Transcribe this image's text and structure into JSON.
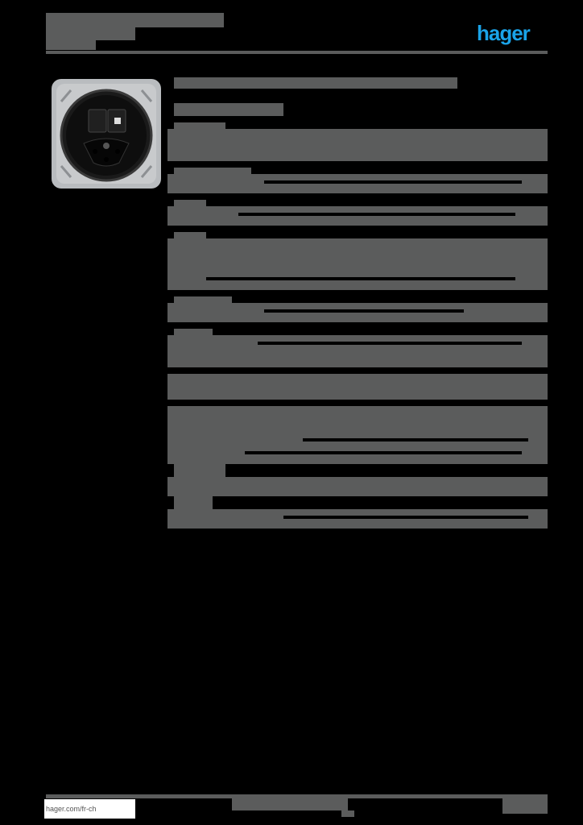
{
  "header": {
    "brand_logo": "hager",
    "brand_color": "#1aa3e8",
    "title": "",
    "subtitle": ""
  },
  "product_image": {
    "alt": "Swiss socket outlet with RJ45 data jack, black insert on grey mounting frame"
  },
  "content": {
    "product_title": "",
    "article_number": "",
    "sections_redacted": true
  },
  "footer": {
    "link": "hager.com/fr-ch",
    "center_text": "",
    "page_info": ""
  },
  "colors": {
    "redaction": "#5b5c5c",
    "background": "#000000"
  }
}
